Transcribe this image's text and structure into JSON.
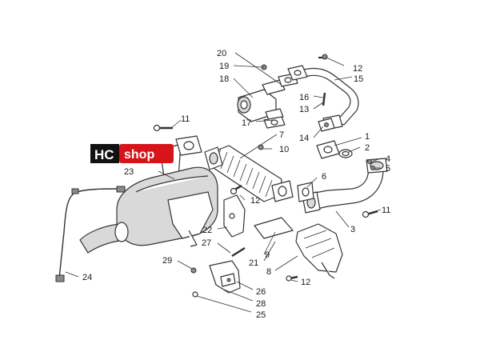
{
  "logo": {
    "left_text": "HC",
    "right_text": "shop",
    "left_bg": "#111111",
    "right_bg": "#d7141a"
  },
  "labels": [
    {
      "id": "l20",
      "text": "20"
    },
    {
      "id": "l19",
      "text": "19"
    },
    {
      "id": "l18",
      "text": "18"
    },
    {
      "id": "l17",
      "text": "17"
    },
    {
      "id": "l12a",
      "text": "12"
    },
    {
      "id": "l15",
      "text": "15"
    },
    {
      "id": "l16",
      "text": "16"
    },
    {
      "id": "l13",
      "text": "13"
    },
    {
      "id": "l14",
      "text": "14"
    },
    {
      "id": "l11a",
      "text": "11"
    },
    {
      "id": "l7",
      "text": "7"
    },
    {
      "id": "l10",
      "text": "10"
    },
    {
      "id": "l1",
      "text": "1"
    },
    {
      "id": "l2",
      "text": "2"
    },
    {
      "id": "l4",
      "text": "4"
    },
    {
      "id": "l5",
      "text": "5"
    },
    {
      "id": "l6",
      "text": "6"
    },
    {
      "id": "l23",
      "text": "23"
    },
    {
      "id": "l12b",
      "text": "12"
    },
    {
      "id": "l11b",
      "text": "11"
    },
    {
      "id": "l22",
      "text": "22"
    },
    {
      "id": "l3",
      "text": "3"
    },
    {
      "id": "l27",
      "text": "27"
    },
    {
      "id": "l29",
      "text": "29"
    },
    {
      "id": "l21",
      "text": "21"
    },
    {
      "id": "l9",
      "text": "9"
    },
    {
      "id": "l8",
      "text": "8"
    },
    {
      "id": "l24",
      "text": "24"
    },
    {
      "id": "l26",
      "text": "26"
    },
    {
      "id": "l12c",
      "text": "12"
    },
    {
      "id": "l28",
      "text": "28"
    },
    {
      "id": "l25",
      "text": "25"
    }
  ]
}
